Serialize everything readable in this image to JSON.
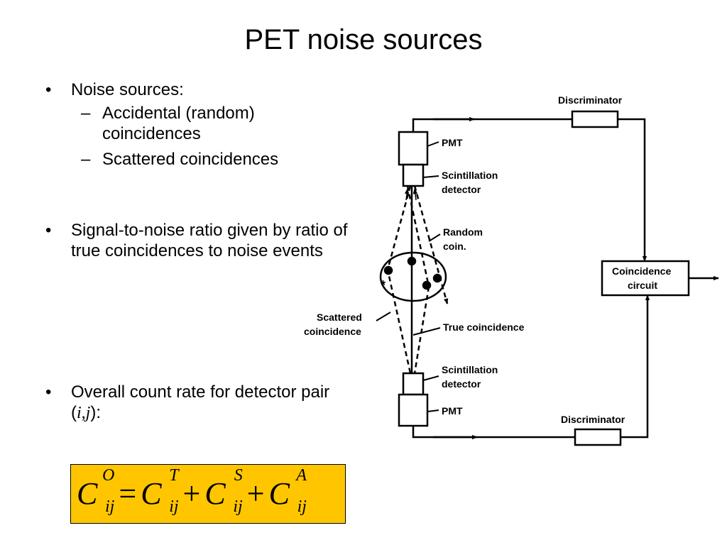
{
  "slide": {
    "title": "PET noise sources",
    "bullets": {
      "noise_label": "Noise sources:",
      "sub_items": [
        "Accidental (random) coincidences",
        "Scattered coincidences"
      ],
      "snr_text": "Signal-to-noise ratio given by ratio of true coincidences to noise events",
      "count_rate_text": "Overall count rate for detector pair (",
      "count_rate_pair": "i,j",
      "count_rate_end": "):"
    },
    "bullet_glyph": "•",
    "dash_glyph": "–",
    "equation": {
      "base": "C",
      "equals": "=",
      "plus": "+",
      "subscript": "ij",
      "superscripts": [
        "O",
        "T",
        "S",
        "A"
      ]
    },
    "equation_box_color": "#ffc600"
  },
  "diagram": {
    "discriminator_top": "Discriminator",
    "discriminator_bottom": "Discriminator",
    "pmt_top": "PMT",
    "pmt_bottom": "PMT",
    "scint_top_line1": "Scintillation",
    "scint_top_line2": "detector",
    "scint_bottom_line1": "Scintillation",
    "scint_bottom_line2": "detector",
    "random_line1": "Random",
    "random_line2": "coin.",
    "scattered_line1": "Scattered",
    "scattered_line2": "coincidence",
    "true_coincidence": "True coincidence",
    "coincidence_line1": "Coincidence",
    "coincidence_line2": "circuit",
    "asterisk": "*"
  }
}
